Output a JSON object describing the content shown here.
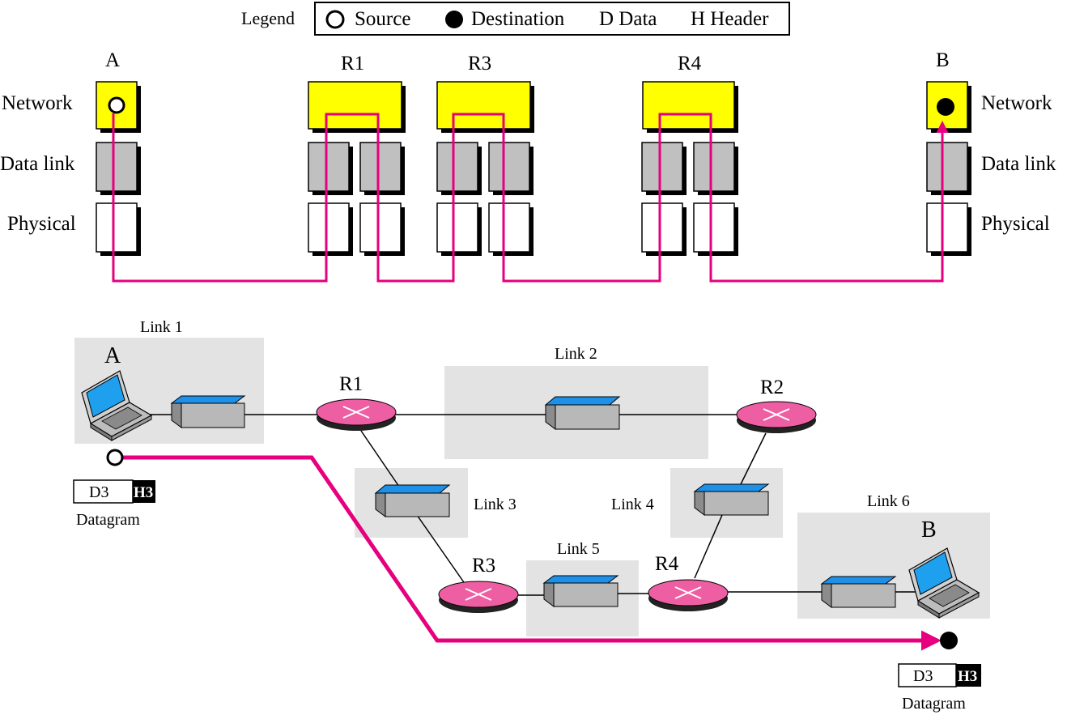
{
  "legend": {
    "title": "Legend",
    "source": "Source",
    "destination": "Destination",
    "data": "D Data",
    "header": "H Header"
  },
  "layers": {
    "network": "Network",
    "data_link": "Data link",
    "physical": "Physical"
  },
  "top_nodes": {
    "a": "A",
    "r1": "R1",
    "r3": "R3",
    "r4": "R4",
    "b": "B"
  },
  "bottom": {
    "host_a": "A",
    "host_b": "B",
    "routers": {
      "r1": "R1",
      "r2": "R2",
      "r3": "R3",
      "r4": "R4"
    },
    "links": {
      "link1": "Link 1",
      "link2": "Link 2",
      "link3": "Link 3",
      "link4": "Link 4",
      "link5": "Link 5",
      "link6": "Link 6"
    },
    "datagram": {
      "data": "D3",
      "header": "H3",
      "caption": "Datagram"
    }
  },
  "colors": {
    "path": "#e6007e",
    "network_layer": "#ffff00",
    "data_link_layer": "#c0c0c0",
    "router": "#ee5ea2",
    "switch_top": "#1e90e8",
    "link_area": "#e3e3e3"
  }
}
